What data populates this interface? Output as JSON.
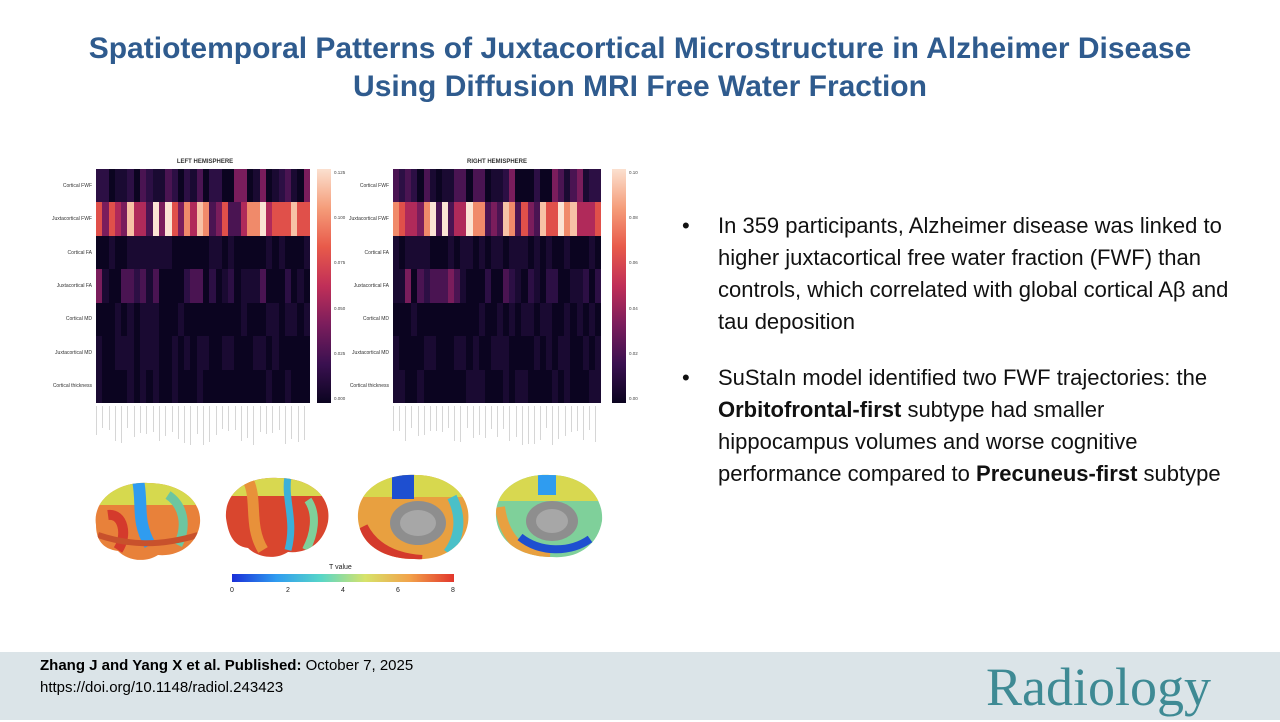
{
  "title": {
    "line1": "Spatiotemporal Patterns of Juxtacortical Microstructure in Alzheimer Disease",
    "line2": "Using Diffusion MRI Free Water Fraction"
  },
  "heatmaps": {
    "left": {
      "title": "LEFT HEMISPHERE",
      "rows": [
        "Cortical FWF",
        "Juxtacortical FWF",
        "Cortical FA",
        "Juxtacortical FA",
        "Cortical MD",
        "Juxtacortical MD",
        "Cortical thickness"
      ],
      "colorbar_ticks": [
        "0.125",
        "0.100",
        "0.075",
        "0.050",
        "0.025",
        "0.000"
      ]
    },
    "right": {
      "title": "RIGHT HEMISPHERE",
      "rows": [
        "Cortical FWF",
        "Juxtacortical FWF",
        "Cortical FA",
        "Juxtacortical FA",
        "Cortical MD",
        "Juxtacortical MD",
        "Cortical thickness"
      ],
      "colorbar_ticks": [
        "0.10",
        "0.08",
        "0.06",
        "0.04",
        "0.02",
        "0.00"
      ]
    }
  },
  "tscale": {
    "label": "T value",
    "ticks": [
      "0",
      "2",
      "4",
      "6",
      "8"
    ]
  },
  "bullets": {
    "b1": "In 359 participants, Alzheimer disease was linked to higher juxtacortical free water fraction (FWF) than controls, which  correlated with global cortical Aβ and tau deposition",
    "b2_pre": "SuStaIn model identified two FWF trajectories: the ",
    "b2_bold1": "Orbitofrontal-first",
    "b2_mid": " subtype had smaller hippocampus volumes and worse cognitive performance compared to ",
    "b2_bold2": "Precuneus-first",
    "b2_post": " subtype",
    "marker": "•"
  },
  "footer": {
    "authors": "Zhang J and Yang X et al. Published:",
    "date": " October 7, 2025",
    "doi": "https://doi.org/10.1148/radiol.243423",
    "logo": "Radiology"
  }
}
